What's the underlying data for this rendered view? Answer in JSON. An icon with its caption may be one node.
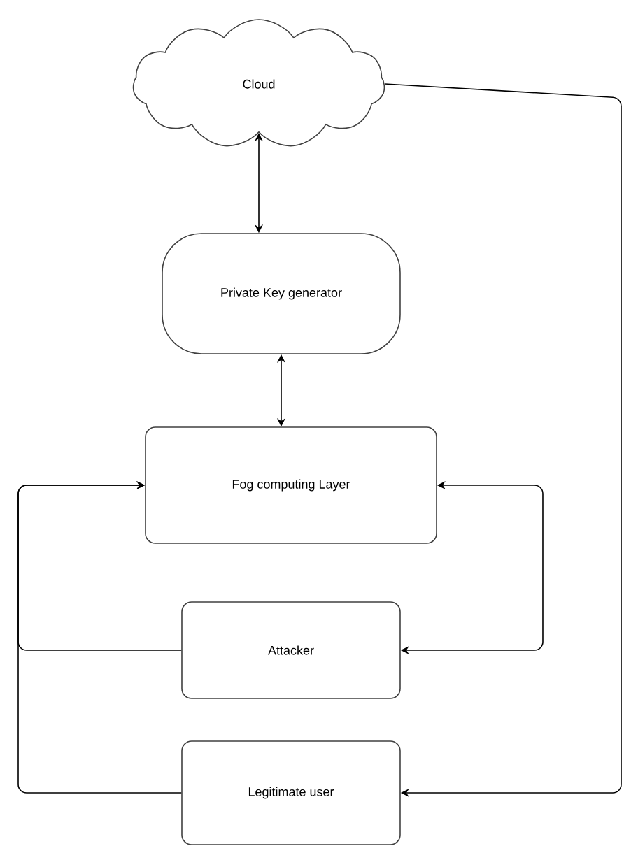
{
  "diagram": {
    "nodes": [
      {
        "text": [
          "Cloud"
        ]
      },
      {
        "text": [
          "Private Key generator"
        ]
      },
      {
        "text": [
          "Fog computing Layer"
        ]
      },
      {
        "text": [
          "Attacker"
        ]
      },
      {
        "text": [
          "Legitimate user"
        ]
      }
    ],
    "edges": [
      {
        "from": 0,
        "to": 1,
        "arrow": "both"
      },
      {
        "from": 1,
        "to": 2,
        "arrow": "both"
      },
      {
        "from": 3,
        "to": 2,
        "arrow": "both"
      },
      {
        "from": 3,
        "to": 2,
        "arrow": "to"
      },
      {
        "from": 4,
        "to": 2,
        "arrow": "to"
      },
      {
        "from": 0,
        "to": 4,
        "arrow": "to"
      }
    ]
  }
}
